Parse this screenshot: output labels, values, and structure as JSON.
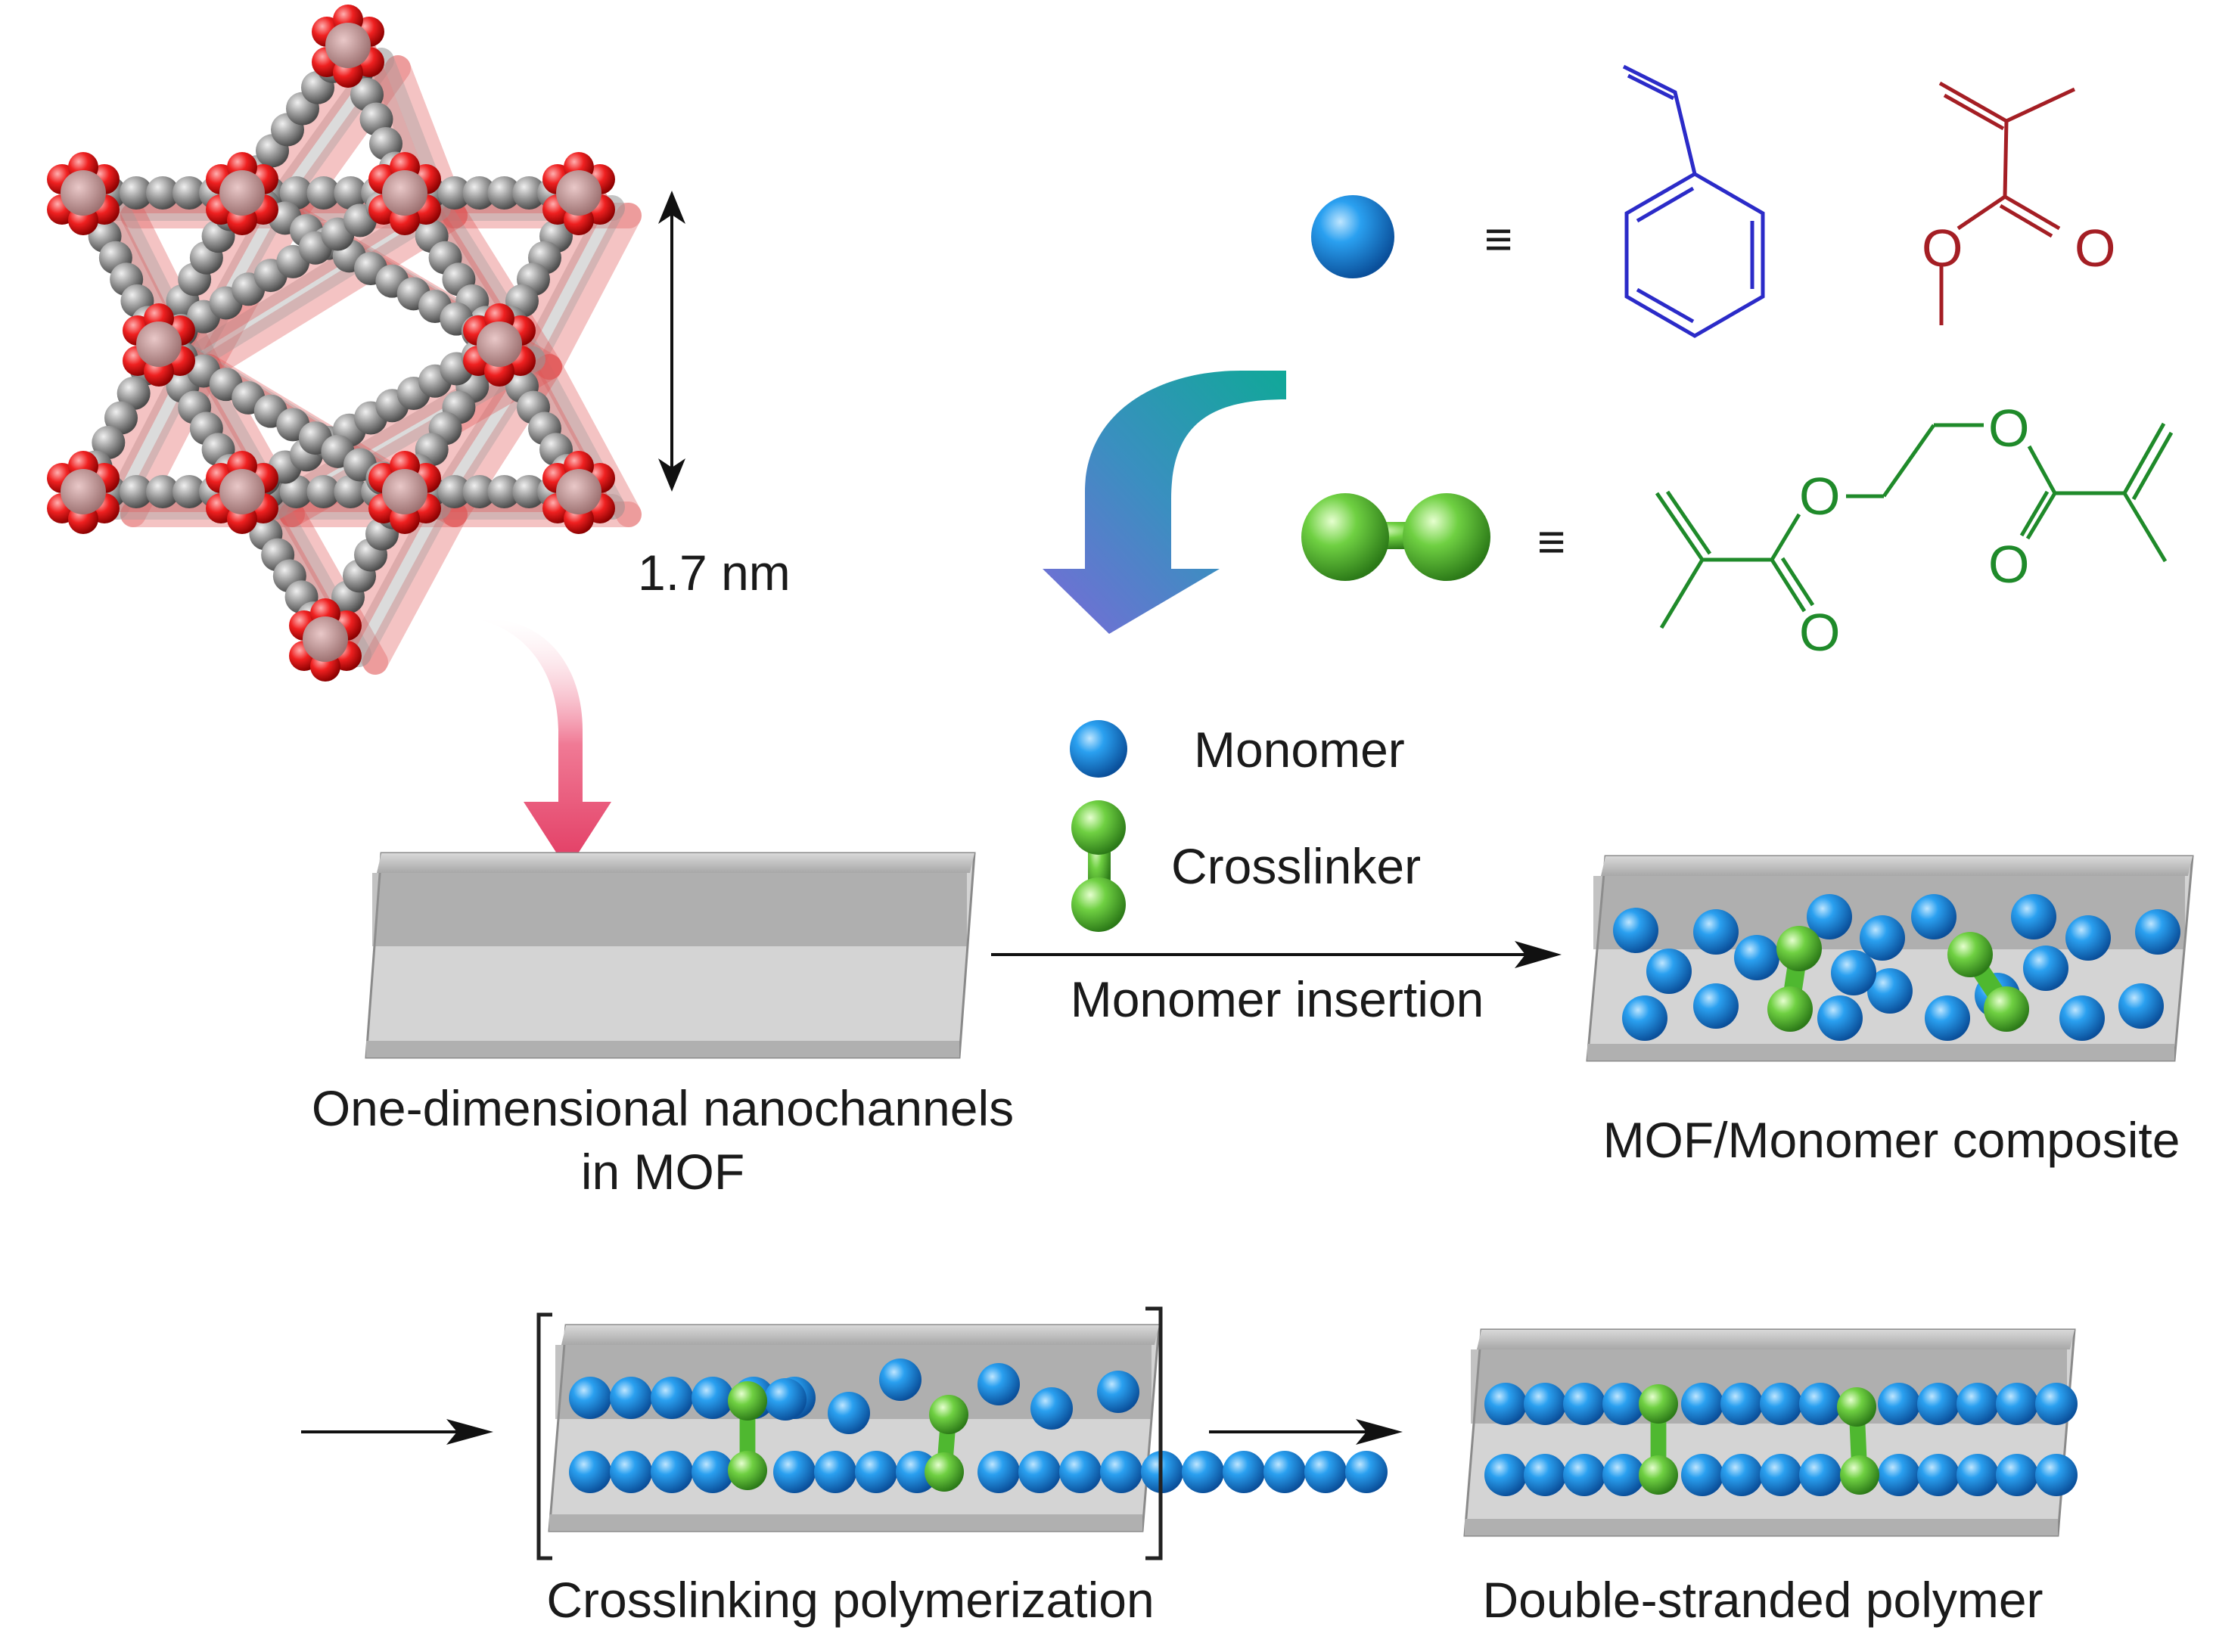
{
  "mof": {
    "pore_size_label": "1.7 nm"
  },
  "legend": {
    "monomer_label": "Monomer",
    "crosslinker_label": "Crosslinker",
    "equiv_symbol": "≡"
  },
  "chem": {
    "styrene_color": "#2b2bc8",
    "mma_color": "#a41e24",
    "egdma_color": "#1f8a2a",
    "O": "O"
  },
  "steps": {
    "channel_label_line1": "One-dimensional nanochannels",
    "channel_label_line2": "in MOF",
    "insertion_label": "Monomer insertion",
    "composite_label": "MOF/Monomer composite",
    "polymerization_label": "Crosslinking polymerization",
    "product_label": "Double-stranded polymer"
  },
  "colors": {
    "monomer": "#1a8fe0",
    "crosslinker": "#5cc83a",
    "channel": "#b9b9b9",
    "arrow_pink": "#e23a62",
    "arrow_teal": "#10a898",
    "arrow_violet": "#7a6ad8"
  }
}
